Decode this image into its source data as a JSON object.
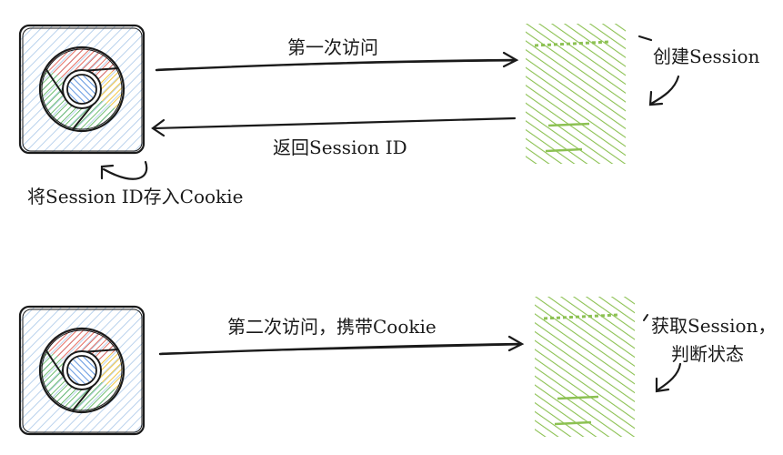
{
  "diagram": {
    "first_visit": {
      "request_label": "第一次访问",
      "response_label": "返回Session ID",
      "client_note": "将Session ID存入Cookie",
      "server_note": "创建Session"
    },
    "second_visit": {
      "request_label": "第二次访问，携带Cookie",
      "server_note_line1": "获取Session，",
      "server_note_line2": "判断状态"
    },
    "icons": {
      "client": "chrome-browser-icon",
      "server": "server-block-icon"
    },
    "colors": {
      "ink": "#1a1a1a",
      "server_green": "#8cc152",
      "chrome_red": "#e0483a",
      "chrome_green": "#4caf50",
      "chrome_yellow": "#f2c12e",
      "chrome_blue": "#3b7dd8",
      "frame_hatch": "#a9c7e8"
    }
  }
}
